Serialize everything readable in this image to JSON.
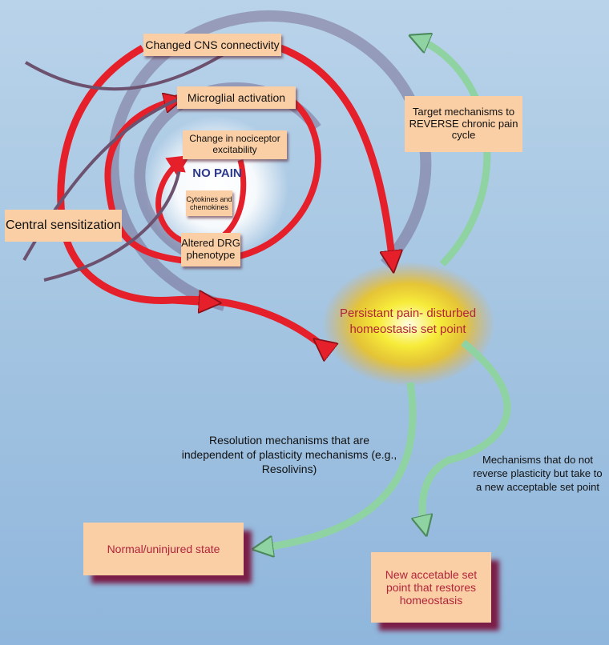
{
  "boxes": {
    "changed_cns": "Changed CNS connectivity",
    "microglial": "Microglial activation",
    "nociceptor": "Change in nociceptor excitability",
    "cytokines": "Cytokines and chemokines",
    "drg": "Altered DRG phenotype",
    "central": "Central sensitization",
    "target": "Target mechanisms to REVERSE chronic pain cycle",
    "normal": "Normal/uninjured state",
    "new_set_point": "New accetable set point that restores homeostasis"
  },
  "labels": {
    "no_pain": "NO PAIN",
    "persistant": "Persistant pain- disturbed homeostasis set point",
    "resolution": "Resolution mechanisms that are independent of plasticity mechanisms (e.g., Resolivins)",
    "not_reverse": "Mechanisms that do not reverse plasticity but take to a new acceptable set point"
  },
  "colors": {
    "box_fill": "#fbcfa6",
    "box_shadow": "#7a1e48",
    "red_arrow": "#e5202a",
    "green_arrow": "#8fd3a3",
    "no_pain_text": "#2d3a8c",
    "persistant_text": "#b2243a",
    "glow": "#f5e21b"
  }
}
